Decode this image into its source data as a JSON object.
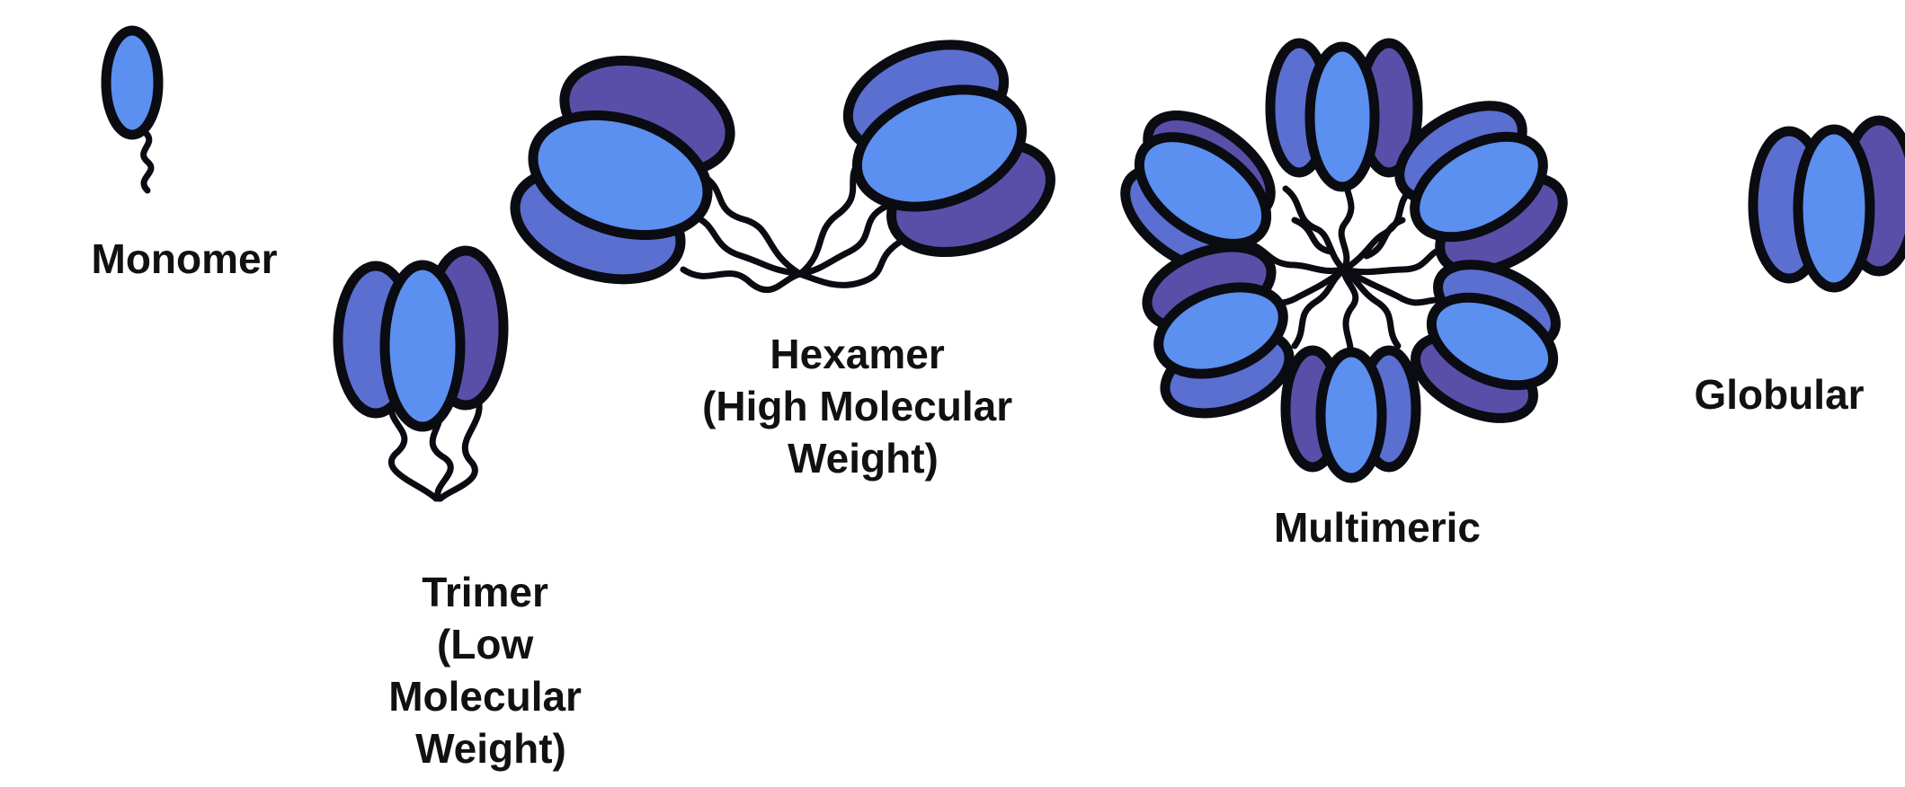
{
  "colors": {
    "light_blue": "#5b8ff0",
    "mid_blue": "#5a6fd0",
    "dark_purple": "#5a4fa8",
    "outline": "#0b0b12",
    "label": "#111111"
  },
  "forms": {
    "monomer": {
      "label_lines": [
        "Monomer"
      ]
    },
    "trimer": {
      "label_lines": [
        "Trimer",
        "(Low",
        "Molecular",
        "Weight)"
      ]
    },
    "hexamer": {
      "label_lines": [
        "Hexamer",
        "(High Molecular",
        "Weight)"
      ]
    },
    "multimeric": {
      "label_lines": [
        "Multimeric"
      ]
    },
    "globular": {
      "label_lines": [
        "Globular"
      ]
    }
  }
}
